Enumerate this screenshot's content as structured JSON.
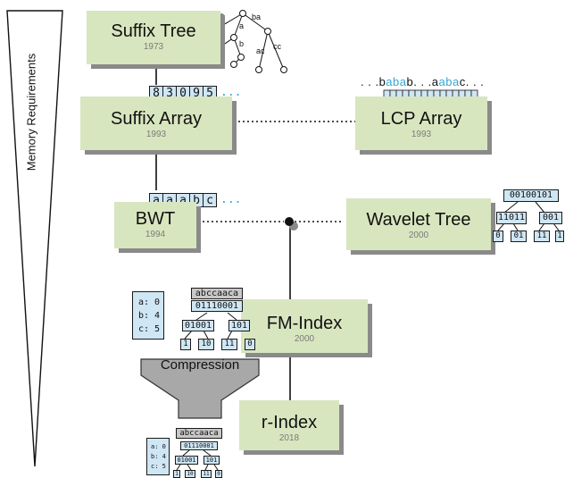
{
  "memory_axis_label": "Memory Requirements",
  "nodes": {
    "suffix_tree": {
      "name": "Suffix Tree",
      "year": "1973"
    },
    "suffix_array": {
      "name": "Suffix Array",
      "year": "1993"
    },
    "lcp_array": {
      "name": "LCP Array",
      "year": "1993"
    },
    "bwt": {
      "name": "BWT",
      "year": "1994"
    },
    "wavelet_tree": {
      "name": "Wavelet Tree",
      "year": "2000"
    },
    "fm_index": {
      "name": "FM-Index",
      "year": "2000"
    },
    "r_index": {
      "name": "r-Index",
      "year": "2018"
    }
  },
  "suffix_tree_edges": [
    "$",
    "a",
    "ba",
    "$",
    "b",
    "ac",
    "cc"
  ],
  "suffix_array_cells": [
    "8",
    "3",
    "0",
    "9",
    "5"
  ],
  "bwt_cells": [
    "a",
    "a",
    "a",
    "b",
    "c"
  ],
  "ellipsis": "...",
  "lcp_text": {
    "prefix": ". . .",
    "p1": "b",
    "h1": "aba",
    "p2": "b. . .",
    "p3": "a",
    "h2": "aba",
    "p4": "c",
    "suffix": ". . ."
  },
  "lcp_bars": [
    0.3,
    0.6,
    0.9,
    0.6,
    0.5,
    0.8,
    0.9,
    0.7,
    0.5,
    0.9,
    0.7,
    0.6,
    0.8,
    0.5,
    0.3
  ],
  "wavelet": {
    "root": "00100101",
    "left": "11011",
    "right": "001",
    "leaves": [
      "0",
      "01",
      "11",
      "1"
    ]
  },
  "fm_wavelet": {
    "text": "abccaaca",
    "root": "01110001",
    "left": "01001",
    "right": "101",
    "leaves": [
      "1",
      "10",
      "11",
      "0"
    ]
  },
  "fm_alphabet": [
    "a: 0",
    "b: 4",
    "c: 5"
  ],
  "r_wavelet": {
    "text": "abccaaca",
    "root": "01110001",
    "left": "01001",
    "right": "101",
    "leaves": [
      "1",
      "10",
      "11",
      "0"
    ]
  },
  "r_alphabet": [
    "a: 0",
    "b: 4",
    "c: 5"
  ],
  "compression_label": "Compression",
  "colors": {
    "box": "#d8e6bf",
    "shadow": "#8a8a8a",
    "highlight": "#37a3d4",
    "cell": "#cfe6f4",
    "funnel": "#a8a8a8"
  }
}
